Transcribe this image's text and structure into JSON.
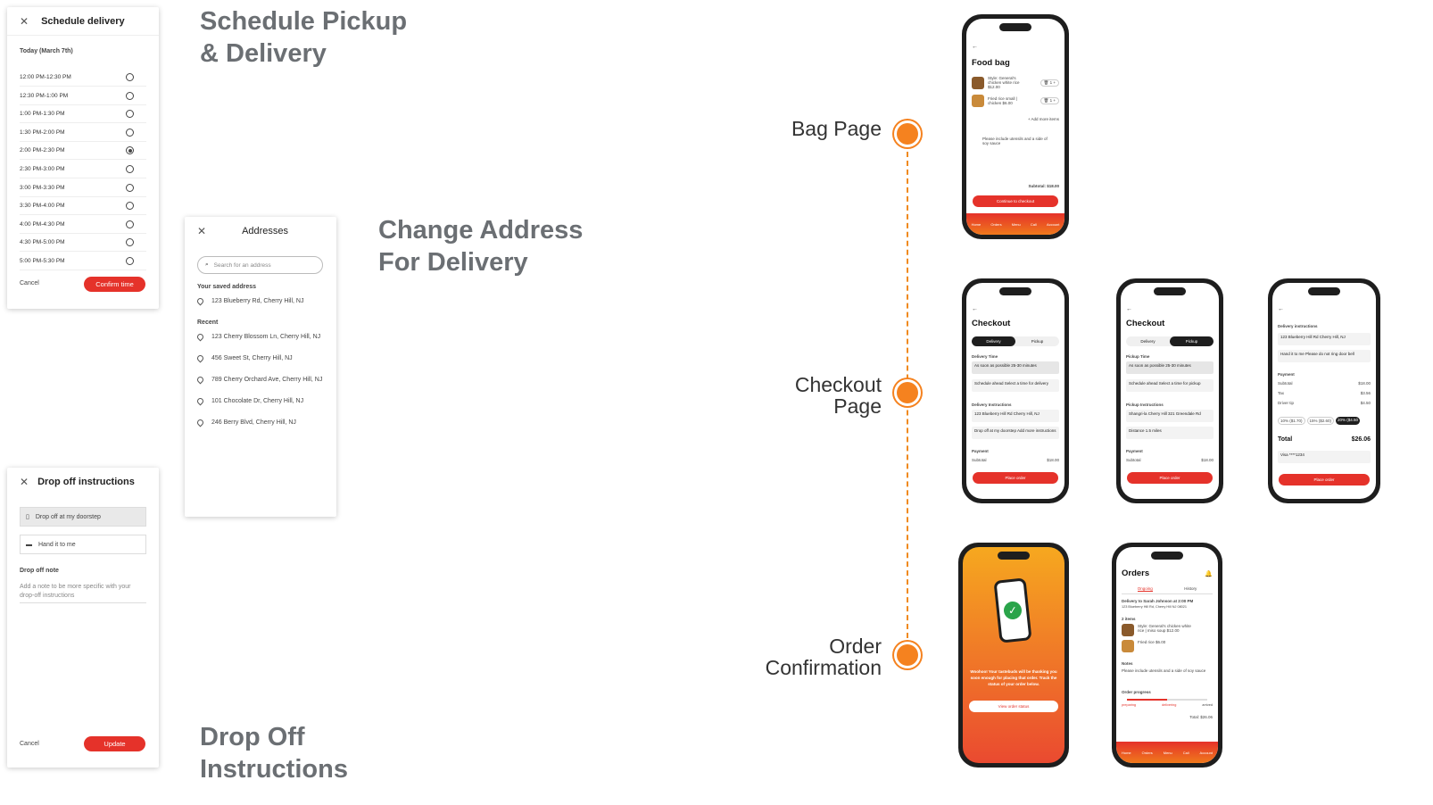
{
  "titles": {
    "pickup": [
      "Schedule Pickup",
      "& Delivery"
    ],
    "address": [
      "Change Address",
      "For Delivery"
    ],
    "dropoff": [
      "Drop Off",
      "Instructions"
    ]
  },
  "schedule": {
    "header": "Schedule delivery",
    "date_label": "Today (March 7th)",
    "slots": [
      "12:00 PM-12:30 PM",
      "12:30 PM-1:00 PM",
      "1:00 PM-1:30 PM",
      "1:30 PM-2:00 PM",
      "2:00 PM-2:30 PM",
      "2:30 PM-3:00 PM",
      "3:00 PM-3:30 PM",
      "3:30 PM-4:00 PM",
      "4:00 PM-4:30 PM",
      "4:30 PM-5:00 PM",
      "5:00 PM-5:30 PM"
    ],
    "selected_index": 4,
    "cancel": "Cancel",
    "confirm": "Confirm time"
  },
  "addresses": {
    "header": "Addresses",
    "search_placeholder": "Search for an address",
    "saved_label": "Your saved address",
    "saved": "123 Blueberry Rd, Cherry Hill, NJ",
    "recent_label": "Recent",
    "recent": [
      "123 Cherry Blossom Ln, Cherry Hill, NJ",
      "456 Sweet St, Cherry Hill, NJ",
      "789 Cherry Orchard Ave, Cherry Hill, NJ",
      "101 Chocolate Dr, Cherry Hill, NJ",
      "246 Berry Blvd, Cherry Hill, NJ"
    ]
  },
  "dropoff": {
    "header": "Drop off instructions",
    "opt1": "Drop off at my doorstep",
    "opt2": "Hand it to me",
    "note_label": "Drop off note",
    "note_placeholder": "Add a note to be more specific with your drop-off instructions",
    "cancel": "Cancel",
    "update": "Update"
  },
  "timeline": {
    "bag": "Bag Page",
    "checkout": [
      "Checkout",
      "Page"
    ],
    "confirm": [
      "Order",
      "Confirmation"
    ]
  },
  "bag_phone": {
    "title": "Food bag",
    "item1": "Style: General's chicken white rice $12.00",
    "item2": "Fried rice small | chicken $6.00",
    "add_more": "+ Add more items",
    "utensils": "Please include utensils and a side of soy sauce",
    "subtotal": "Subtotal: $18.00",
    "cta": "Continue to checkout",
    "tabs": [
      "Home",
      "Orders",
      "Menu",
      "Call",
      "Account"
    ]
  },
  "checkout1": {
    "title": "Checkout",
    "seg": [
      "Delivery",
      "Pickup"
    ],
    "time_label": "Delivery Time",
    "asap": "As soon as possible 25-30 minutes",
    "ahead": "Schedule ahead Select a time for delivery",
    "instr_label": "Delivery Instructions",
    "addr": "123 Blueberry Hill Rd Cherry Hill, NJ",
    "drop": "Drop off at my doorstep Add more instructions",
    "payment": "Payment",
    "subtotal": "Subtotal",
    "subtotal_val": "$18.00",
    "cta": "Place order"
  },
  "checkout2": {
    "title": "Checkout",
    "seg": [
      "Delivery",
      "Pickup"
    ],
    "time_label": "Pickup Time",
    "asap": "As soon as possible 25-30 minutes",
    "ahead": "Schedule ahead Select a time for pickup",
    "instr_label": "Pickup Instructions",
    "store": "Shangri-la Cherry Hill 321 Greendale Rd",
    "distance": "Distance 1.5 miles",
    "payment": "Payment",
    "subtotal": "Subtotal",
    "subtotal_val": "$18.00",
    "cta": "Place order"
  },
  "checkout3": {
    "instr_label": "Delivery instructions",
    "addr": "123 Blueberry Hill Rd Cherry Hill, NJ",
    "hand": "Hand it to me Please do not ring door bell",
    "payment": "Payment",
    "rows": [
      [
        "Subtotal",
        "$18.00"
      ],
      [
        "Tax",
        "$3.56"
      ],
      [
        "Driver tip",
        "$4.50"
      ]
    ],
    "tips": [
      "10% ($1.70)",
      "15% ($2.60)",
      "20% ($4.50"
    ],
    "total_label": "Total",
    "total": "$26.06",
    "card": "Visa ****1234",
    "cta": "Place order"
  },
  "confirm_phone": {
    "message": "Woohoo! Your tastebuds will be thanking you soon enough for placing that order. Track the status of your order below.",
    "cta": "View order status"
  },
  "orders_phone": {
    "title": "Orders",
    "tabs": [
      "Ongoing",
      "History"
    ],
    "delivery": "Delivery to Sarah Johnson at 2:00 PM",
    "address": "123 Blueberry Hill Rd, Cherry Hill NJ 08021",
    "items_label": "2 items",
    "item1": "Style: General's chicken white rice | miso soup $12.00",
    "item2": "Fried rice $6.00",
    "notes_label": "Notes",
    "notes": "Please include utensils and a side of soy sauce",
    "progress_label": "Order progress",
    "progress_steps": [
      "preparing",
      "delivering",
      "arrived"
    ],
    "progress_value": 0.5,
    "total": "Total: $26.06",
    "nav": [
      "Home",
      "Orders",
      "Menu",
      "Call",
      "Account"
    ]
  },
  "colors": {
    "accent": "#e5322a",
    "orange": "#f5821f",
    "title_gray": "#6b6f73"
  }
}
